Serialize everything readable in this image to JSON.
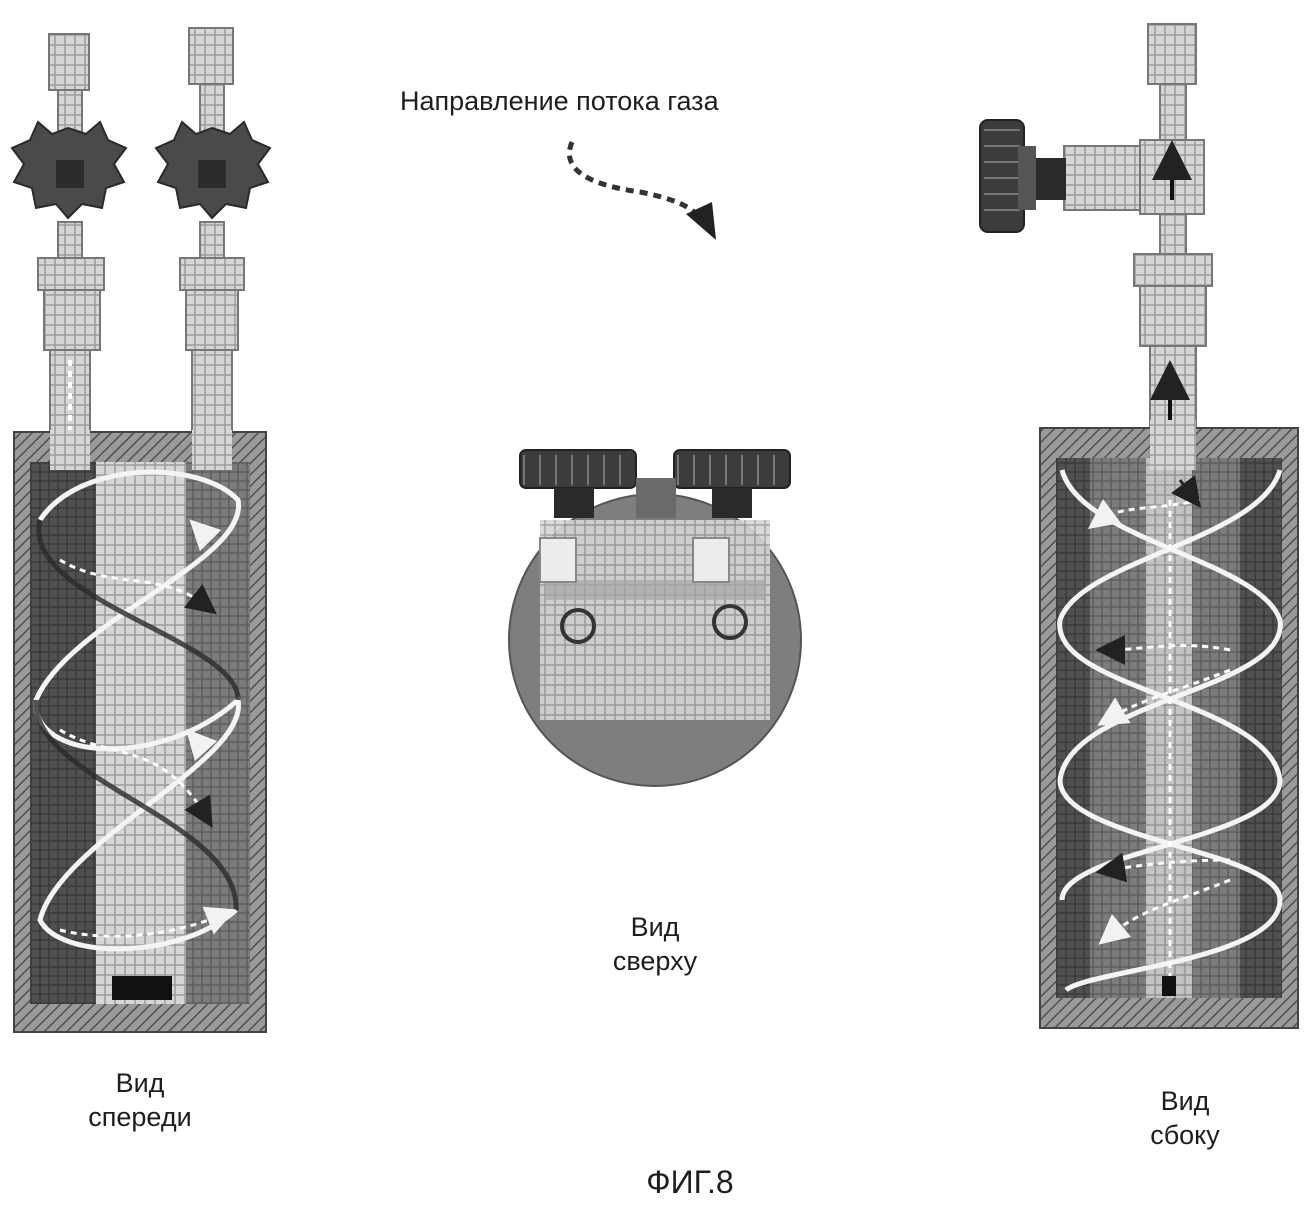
{
  "labels": {
    "flow_direction": "Направление потока газа",
    "front_view_line1": "Вид",
    "front_view_line2": "спереди",
    "top_view_line1": "Вид",
    "top_view_line2": "сверху",
    "side_view_line1": "Вид",
    "side_view_line2": "сбоку",
    "figure_caption": "ФИГ.8"
  },
  "colors": {
    "dark": "#3c3c3c",
    "medium": "#8c8c8c",
    "light": "#d8d8d8",
    "hatch": "#6e6e6e",
    "coil": "#f4f4f4"
  }
}
